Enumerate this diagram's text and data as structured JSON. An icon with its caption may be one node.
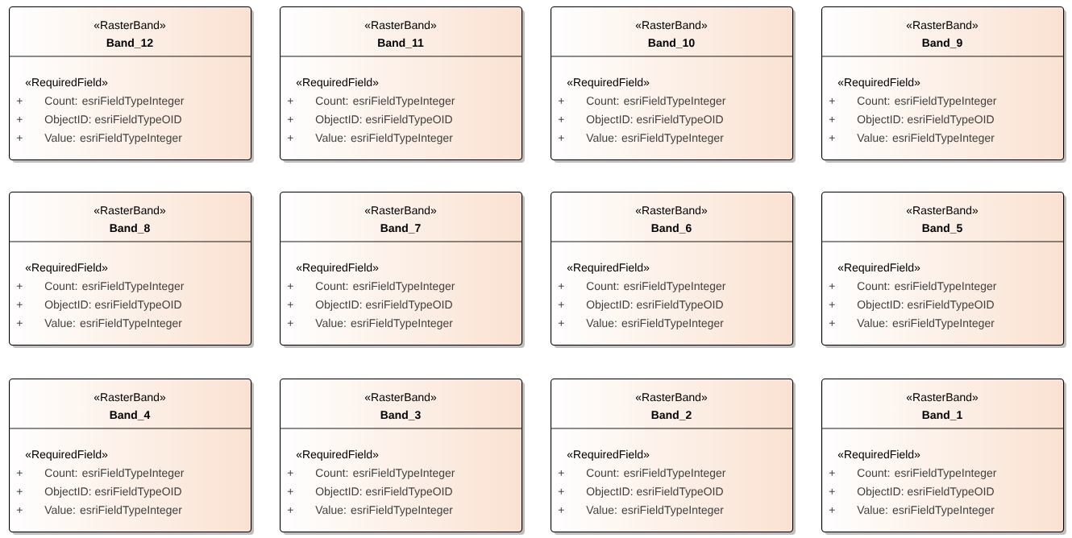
{
  "diagram": {
    "nodes": [
      {
        "text": [
          "«RasterBand»",
          "Band_12",
          "«RequiredField»",
          "+",
          "Count: esriFieldTypeInteger",
          "+",
          "ObjectID: esriFieldTypeOID",
          "+",
          "Value: esriFieldTypeInteger"
        ]
      },
      {
        "text": [
          "«RasterBand»",
          "Band_11",
          "«RequiredField»",
          "+",
          "Count: esriFieldTypeInteger",
          "+",
          "ObjectID: esriFieldTypeOID",
          "+",
          "Value: esriFieldTypeInteger"
        ]
      },
      {
        "text": [
          "«RasterBand»",
          "Band_10",
          "«RequiredField»",
          "+",
          "Count: esriFieldTypeInteger",
          "+",
          "ObjectID: esriFieldTypeOID",
          "+",
          "Value: esriFieldTypeInteger"
        ]
      },
      {
        "text": [
          "«RasterBand»",
          "Band_9",
          "«RequiredField»",
          "+",
          "Count: esriFieldTypeInteger",
          "+",
          "ObjectID: esriFieldTypeOID",
          "+",
          "Value: esriFieldTypeInteger"
        ]
      },
      {
        "text": [
          "«RasterBand»",
          "Band_8",
          "«RequiredField»",
          "+",
          "Count: esriFieldTypeInteger",
          "+",
          "ObjectID: esriFieldTypeOID",
          "+",
          "Value: esriFieldTypeInteger"
        ]
      },
      {
        "text": [
          "«RasterBand»",
          "Band_7",
          "«RequiredField»",
          "+",
          "Count: esriFieldTypeInteger",
          "+",
          "ObjectID: esriFieldTypeOID",
          "+",
          "Value: esriFieldTypeInteger"
        ]
      },
      {
        "text": [
          "«RasterBand»",
          "Band_6",
          "«RequiredField»",
          "+",
          "Count: esriFieldTypeInteger",
          "+",
          "ObjectID: esriFieldTypeOID",
          "+",
          "Value: esriFieldTypeInteger"
        ]
      },
      {
        "text": [
          "«RasterBand»",
          "Band_5",
          "«RequiredField»",
          "+",
          "Count: esriFieldTypeInteger",
          "+",
          "ObjectID: esriFieldTypeOID",
          "+",
          "Value: esriFieldTypeInteger"
        ]
      },
      {
        "text": [
          "«RasterBand»",
          "Band_4",
          "«RequiredField»",
          "+",
          "Count: esriFieldTypeInteger",
          "+",
          "ObjectID: esriFieldTypeOID",
          "+",
          "Value: esriFieldTypeInteger"
        ]
      },
      {
        "text": [
          "«RasterBand»",
          "Band_3",
          "«RequiredField»",
          "+",
          "Count: esriFieldTypeInteger",
          "+",
          "ObjectID: esriFieldTypeOID",
          "+",
          "Value: esriFieldTypeInteger"
        ]
      },
      {
        "text": [
          "«RasterBand»",
          "Band_2",
          "«RequiredField»",
          "+",
          "Count: esriFieldTypeInteger",
          "+",
          "ObjectID: esriFieldTypeOID",
          "+",
          "Value: esriFieldTypeInteger"
        ]
      },
      {
        "text": [
          "«RasterBand»",
          "Band_1",
          "«RequiredField»",
          "+",
          "Count: esriFieldTypeInteger",
          "+",
          "ObjectID: esriFieldTypeOID",
          "+",
          "Value: esriFieldTypeInteger"
        ]
      }
    ]
  }
}
